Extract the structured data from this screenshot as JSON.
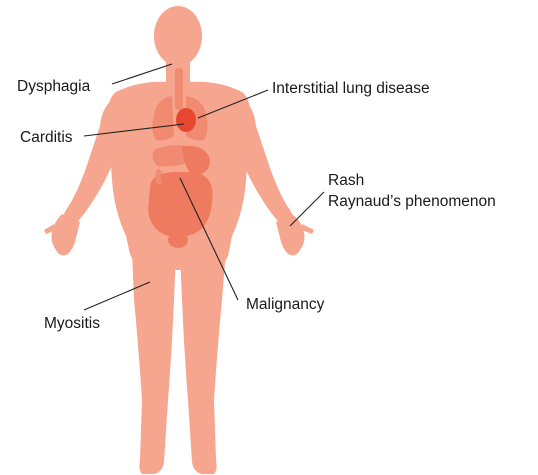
{
  "colors": {
    "skin": "#f6a58e",
    "organ_light": "#f08a70",
    "organ_mid": "#ee7b5f",
    "heart": "#e8472f",
    "leader_line": "#222222",
    "text": "#1a1a1a"
  },
  "labels": {
    "dysphagia": "Dysphagia",
    "interstitial_lung_disease": "Interstitial lung disease",
    "carditis": "Carditis",
    "rash": "Rash",
    "raynauds": "Raynaud’s phenomenon",
    "malignancy": "Malignancy",
    "myositis": "Myositis"
  }
}
